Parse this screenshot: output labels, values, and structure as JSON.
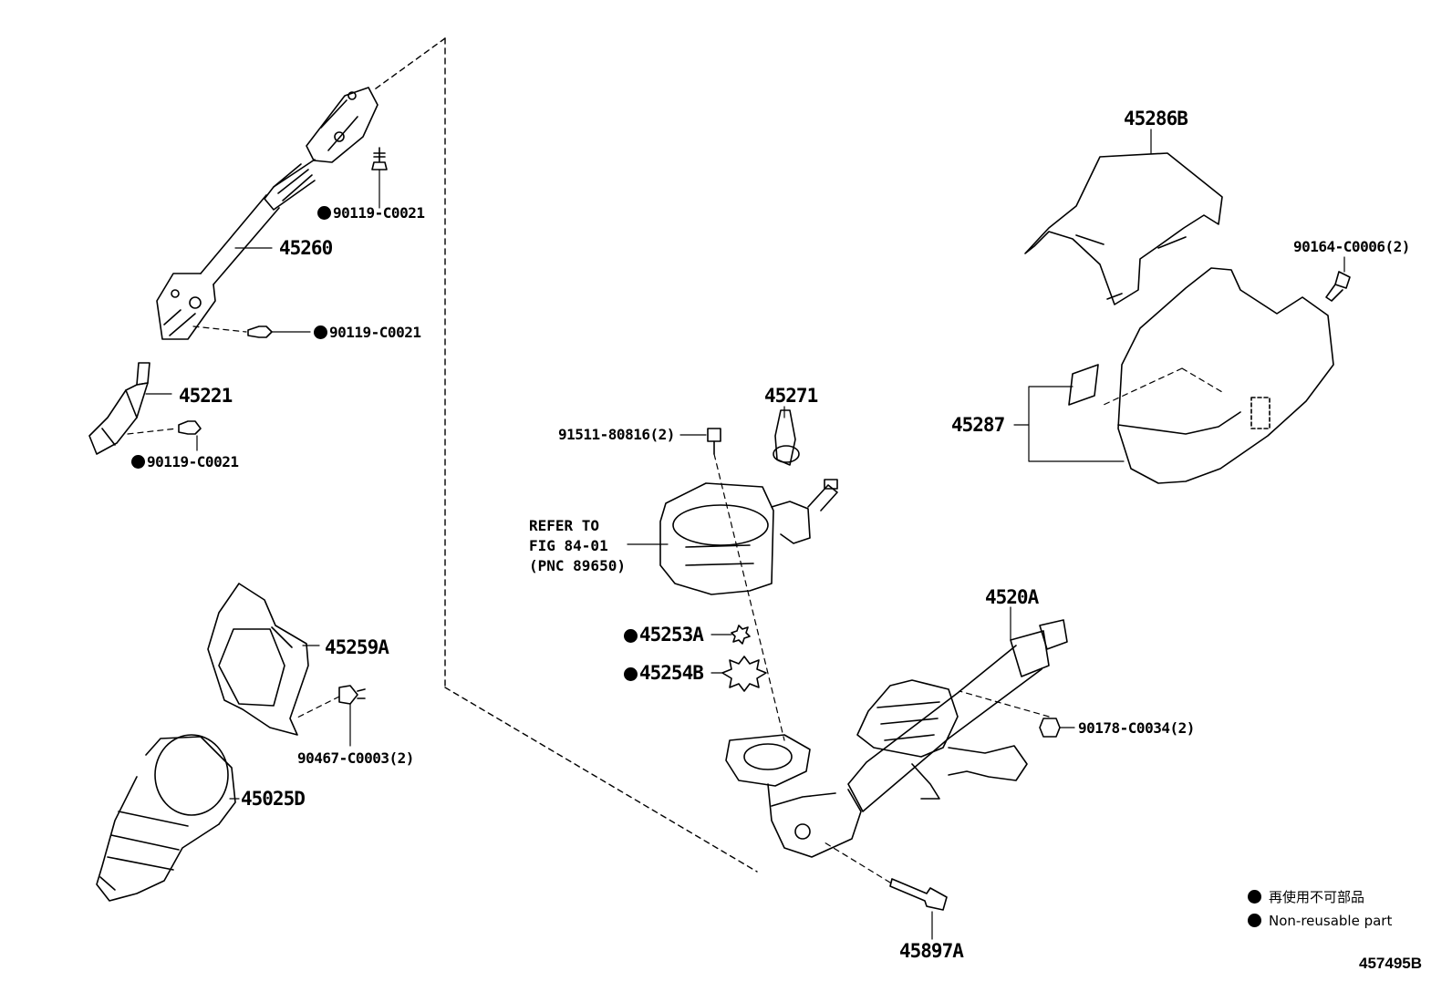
{
  "labels": {
    "p45286B": "45286B",
    "p90164": "90164-C0006(2)",
    "p45287": "45287",
    "p90119a": "90119-C0021",
    "p45260": "45260",
    "p90119b": "90119-C0021",
    "p45221": "45221",
    "p90119c": "90119-C0021",
    "p45271": "45271",
    "p91511": "91511-80816(2)",
    "refer1": "REFER TO",
    "refer2": "FIG 84-01",
    "refer3": "(PNC 89650)",
    "p45253A": "45253A",
    "p45254B": "45254B",
    "p4520A": "4520A",
    "p90178": "90178-C0034(2)",
    "p45259A": "45259A",
    "p90467": "90467-C0003(2)",
    "p45025D": "45025D",
    "p45897A": "45897A"
  },
  "legend": {
    "jp": "再使用不可部品",
    "en": "Non-reusable part"
  },
  "figure_number": "457495B"
}
